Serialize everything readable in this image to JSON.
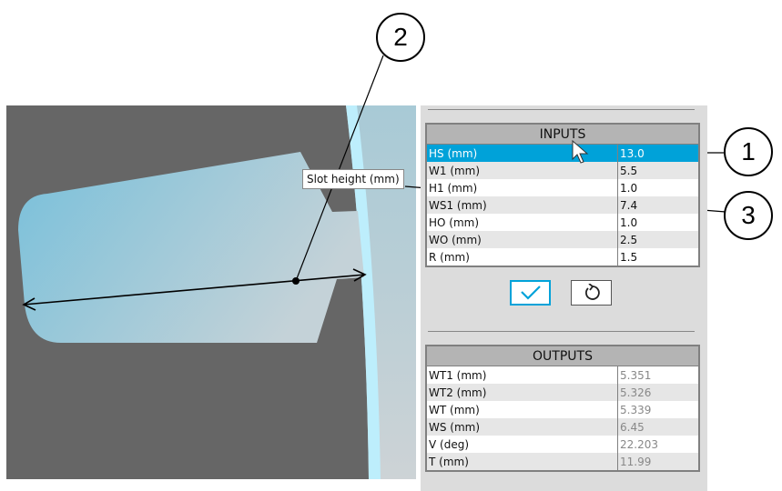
{
  "inputs": {
    "title": "INPUTS",
    "rows": [
      {
        "label": "HS (mm)",
        "value": "13.0"
      },
      {
        "label": "W1 (mm)",
        "value": "5.5"
      },
      {
        "label": "H1 (mm)",
        "value": "1.0"
      },
      {
        "label": "WS1 (mm)",
        "value": "7.4"
      },
      {
        "label": "HO (mm)",
        "value": "1.0"
      },
      {
        "label": "WO (mm)",
        "value": "2.5"
      },
      {
        "label": "R (mm)",
        "value": "1.5"
      }
    ],
    "selected_row": 0
  },
  "tooltip": "Slot height (mm)",
  "buttons": {
    "apply": "check-icon",
    "reset": "reset-icon"
  },
  "outputs": {
    "title": "OUTPUTS",
    "rows": [
      {
        "label": "WT1 (mm)",
        "value": "5.351"
      },
      {
        "label": "WT2 (mm)",
        "value": "5.326"
      },
      {
        "label": "WT (mm)",
        "value": "5.339"
      },
      {
        "label": "WS (mm)",
        "value": "6.45"
      },
      {
        "label": "V (deg)",
        "value": "22.203"
      },
      {
        "label": "T (mm)",
        "value": "11.99"
      }
    ]
  },
  "callouts": [
    "1",
    "2",
    "3"
  ],
  "colors": {
    "accent": "#00a2d9",
    "canvas": "#666666",
    "slot": "#7fc3da"
  }
}
